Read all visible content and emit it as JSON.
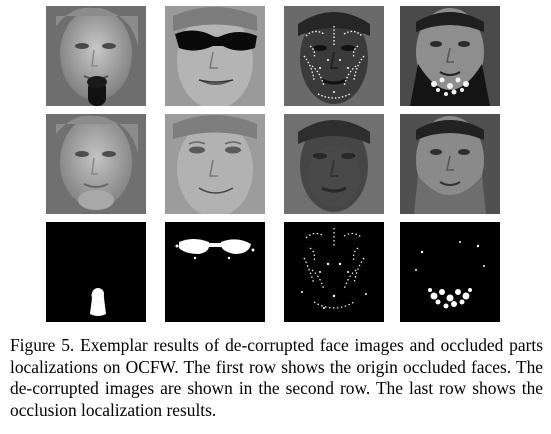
{
  "figure": {
    "rows": [
      {
        "row": "original",
        "cells": [
          {
            "subject": "woman-with-microphone",
            "occluder": "microphone"
          },
          {
            "subject": "woman-with-sunglasses",
            "occluder": "sunglasses"
          },
          {
            "subject": "woman-with-face-paint",
            "occluder": "face paint"
          },
          {
            "subject": "man-with-flower-beard",
            "occluder": "flower beard"
          }
        ]
      },
      {
        "row": "de-corrupted",
        "cells": [
          {
            "subject": "woman-with-microphone"
          },
          {
            "subject": "woman-with-sunglasses"
          },
          {
            "subject": "woman-with-face-paint"
          },
          {
            "subject": "man-with-flower-beard"
          }
        ]
      },
      {
        "row": "occlusion-localization",
        "cells": [
          {
            "subject": "woman-with-microphone"
          },
          {
            "subject": "woman-with-sunglasses"
          },
          {
            "subject": "woman-with-face-paint"
          },
          {
            "subject": "man-with-flower-beard"
          }
        ]
      }
    ]
  },
  "caption": {
    "text": "Figure 5. Exemplar results of de-corrupted face images and occluded parts localizations on OCFW. The first row shows the origin occluded faces.  The de-corrupted images are shown in the second row. The last row shows the occlusion localization results."
  }
}
